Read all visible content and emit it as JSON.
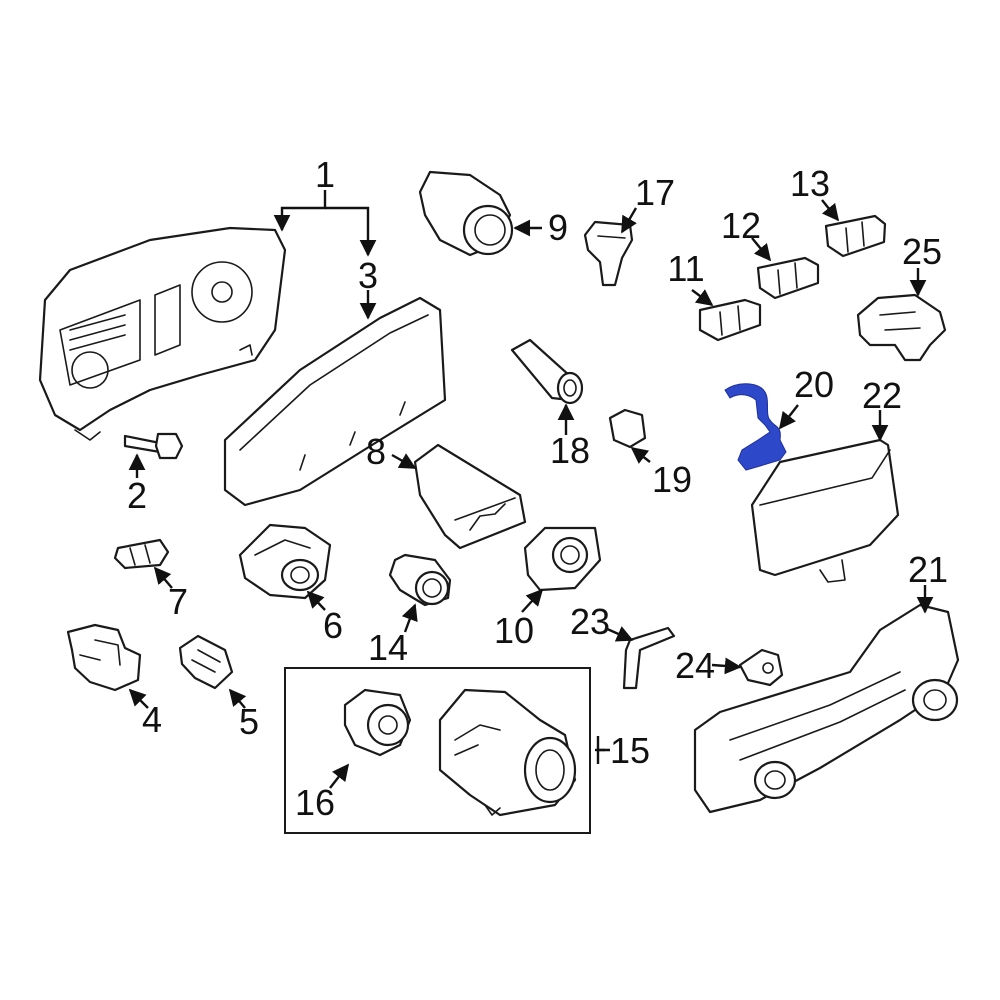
{
  "diagram": {
    "callouts": [
      "1",
      "2",
      "3",
      "4",
      "5",
      "6",
      "7",
      "8",
      "9",
      "10",
      "11",
      "12",
      "13",
      "14",
      "15",
      "16",
      "17",
      "18",
      "19",
      "20",
      "21",
      "22",
      "23",
      "24",
      "25"
    ],
    "highlighted_part": "20",
    "highlight_color": "#2d48c8",
    "line_color": "#1a1a1a"
  }
}
